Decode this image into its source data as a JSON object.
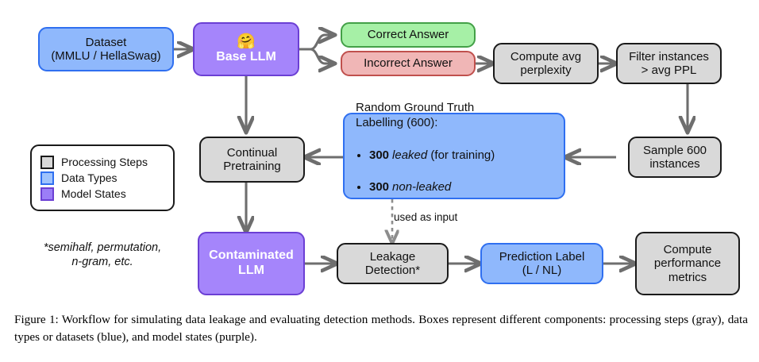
{
  "figure": {
    "caption": "Figure 1: Workflow for simulating data leakage and evaluating detection methods.  Boxes represent different components: processing steps (gray), data types or datasets (blue), and model states (purple)."
  },
  "colors": {
    "processing_fill": "#d9d9d9",
    "processing_border": "#1a1a1a",
    "data_fill": "#8fb8fc",
    "data_border": "#2f6ff0",
    "model_fill": "#a585fb",
    "model_border": "#6b3fd4",
    "correct_fill": "#a6f0a6",
    "correct_border": "#43a047",
    "incorrect_fill": "#f0b6b6",
    "incorrect_border": "#c0504d",
    "arrow": "#6e6e6e",
    "background": "#ffffff"
  },
  "nodes": {
    "dataset": {
      "label": "Dataset\n(MMLU / HellaSwag)",
      "type": "data"
    },
    "base_llm": {
      "label": "Base LLM",
      "type": "model",
      "icon": "hugging-face-emoji",
      "glyph": "🤗"
    },
    "correct_answer": {
      "label": "Correct Answer",
      "type": "correct"
    },
    "incorrect_answer": {
      "label": "Incorrect Answer",
      "type": "incorrect"
    },
    "compute_perplexity": {
      "label": "Compute avg\nperplexity",
      "type": "processing"
    },
    "filter_instances": {
      "label": "Filter instances\n> avg PPL",
      "type": "processing"
    },
    "sample_instances": {
      "label": "Sample 600\ninstances",
      "type": "processing"
    },
    "labelling": {
      "type": "data",
      "heading": "Random Ground Truth\nLabelling (600):",
      "bullets": [
        {
          "count": "300",
          "emph": "leaked",
          "rest": " (for training)"
        },
        {
          "count": "300",
          "emph": "non-leaked",
          "rest": ""
        }
      ]
    },
    "continual_pretraining": {
      "label": "Continual\nPretraining",
      "type": "processing"
    },
    "contaminated_llm": {
      "label": "Contaminated\nLLM",
      "type": "model"
    },
    "leakage_detection": {
      "label": "Leakage\nDetection*",
      "type": "processing"
    },
    "prediction_label": {
      "label": "Prediction Label\n(L / NL)",
      "type": "data"
    },
    "compute_metrics": {
      "label": "Compute\nperformance\nmetrics",
      "type": "processing"
    }
  },
  "edges": {
    "used_as_input": "used as input"
  },
  "legend": {
    "items": [
      {
        "swatch": "processing-swatch",
        "label": "Processing Steps"
      },
      {
        "swatch": "data-swatch",
        "label": "Data Types"
      },
      {
        "swatch": "model-swatch",
        "label": "Model States"
      }
    ]
  },
  "footnote": {
    "text": "*semihalf, permutation,\nn-gram, etc."
  }
}
